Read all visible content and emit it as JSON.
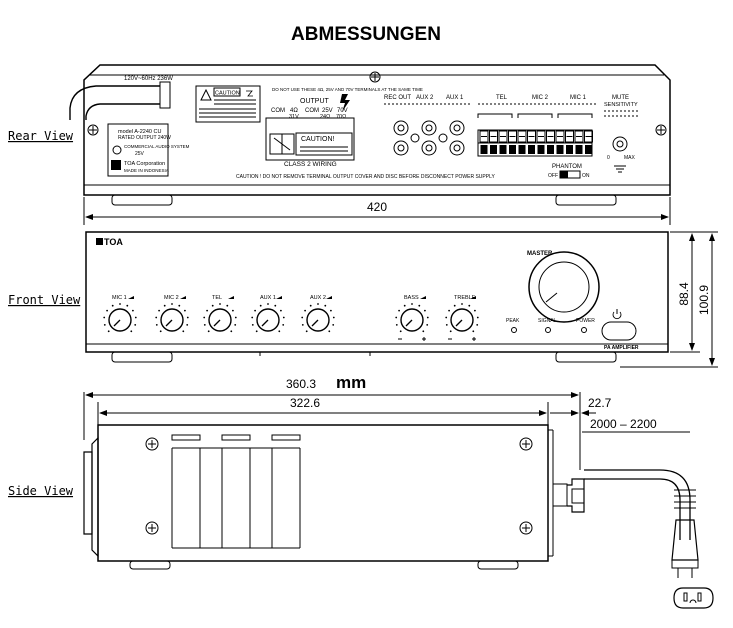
{
  "title": "ABMESSUNGEN",
  "views": {
    "rear": "Rear View",
    "front": "Front View",
    "side": "Side View"
  },
  "unit": "mm",
  "dimensions": {
    "width": "420",
    "height_front": "88.4",
    "height_total": "100.9",
    "depth_total": "360.3",
    "depth_body": "322.6",
    "depth_rear": "22.7",
    "cord_length": "2000 – 2200"
  },
  "rear_panel": {
    "power_label": "120V~60Hz 236W",
    "caution": "CAUTION",
    "warning_text": "DO NOT USE THESE 4Ω, 25V AND 70V TERMINALS AT THE SAME TIME",
    "output": "OUTPUT",
    "out_terms": [
      "COM",
      "4Ω",
      "COM",
      "25V",
      "70V"
    ],
    "out_sub": [
      "",
      "31V",
      "",
      "24Ω",
      "70Ω"
    ],
    "caution2": "CAUTION!",
    "class2": "CLASS 2 WIRING",
    "caution_bottom": "CAUTION ! DO NOT REMOVE TERMINAL OUTPUT COVER AND DISC BEFORE DISCONNECT POWER SUPPLY",
    "rca_labels": [
      "REC OUT",
      "AUX 2",
      "AUX 1"
    ],
    "xlr_labels": [
      "TEL",
      "MIC 2",
      "MIC 1"
    ],
    "mute": "MUTE",
    "sensitivity": "SENSITIVITY",
    "phantom": "PHANTOM",
    "off": "OFF",
    "on": "ON",
    "model": "model A-2240 CU",
    "rated": "RATED OUTPUT 240W",
    "commercial": "COMMERCIAL AUDIO SYSTEM",
    "v25": "25V",
    "corp": "TOA Corporation",
    "made": "MADE IN INDONESIA",
    "max": "MAX"
  },
  "front_panel": {
    "brand": "TOA",
    "master": "MASTER",
    "knobs": [
      "MIC 1",
      "MIC 2",
      "TEL",
      "AUX 1",
      "AUX 2"
    ],
    "tone": [
      "BASS",
      "TREBLE"
    ],
    "indicators": [
      "PEAK",
      "SIGNAL",
      "POWER"
    ],
    "pa": "PA AMPLIFIER"
  }
}
